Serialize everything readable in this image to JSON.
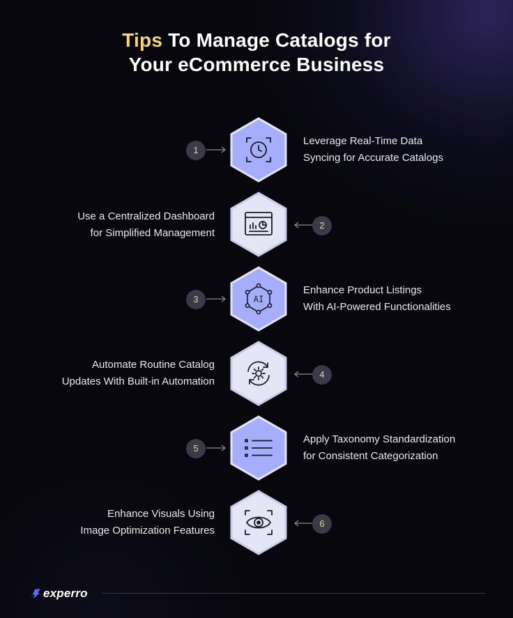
{
  "header": {
    "title_highlight": "Tips",
    "title_rest_line1": " To Manage Catalogs for",
    "title_line2": "Your eCommerce Business"
  },
  "colors": {
    "accent_yellow": "#f4d57a",
    "hex_blue": "#a6adfa",
    "hex_light": "#e4e6f6",
    "badge_bg": "#3a3a48"
  },
  "tips": [
    {
      "number": "1",
      "line1": "Leverage Real-Time Data",
      "line2": "Syncing for Accurate Catalogs",
      "icon": "clock-icon"
    },
    {
      "number": "2",
      "line1": "Use a Centralized Dashboard",
      "line2": "for Simplified Management",
      "icon": "dashboard-icon"
    },
    {
      "number": "3",
      "line1": "Enhance Product Listings",
      "line2": "With AI-Powered Functionalities",
      "icon": "ai-icon",
      "icon_text": "AI"
    },
    {
      "number": "4",
      "line1": "Automate Routine Catalog",
      "line2": "Updates With Built-in Automation",
      "icon": "gear-cycle-icon"
    },
    {
      "number": "5",
      "line1": "Apply Taxonomy Standardization",
      "line2": "for Consistent Categorization",
      "icon": "list-icon"
    },
    {
      "number": "6",
      "line1": "Enhance Visuals Using",
      "line2": "Image Optimization Features",
      "icon": "eye-icon"
    }
  ],
  "footer": {
    "brand": "experro"
  }
}
